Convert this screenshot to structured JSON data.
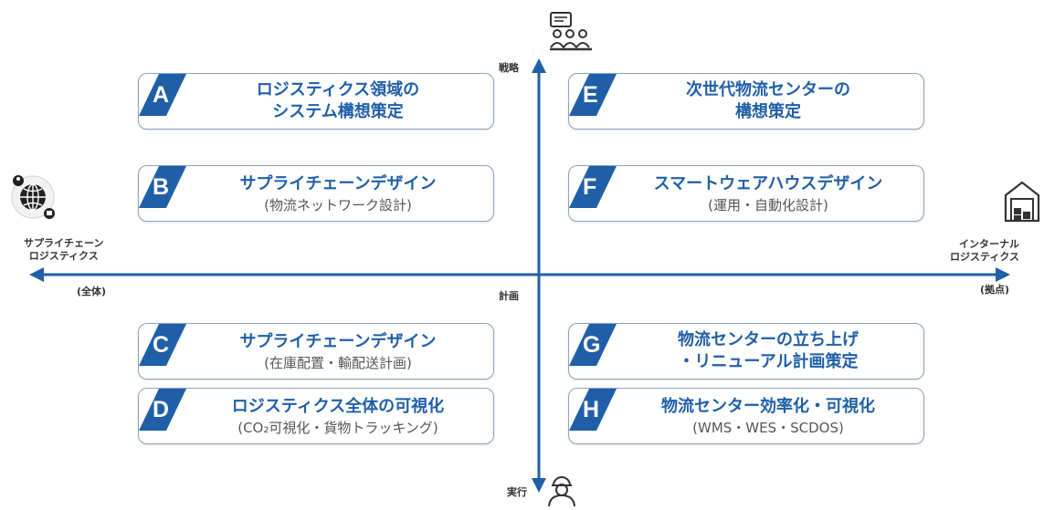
{
  "axes": {
    "top": "戦略",
    "bottom": "実行",
    "center": "計画",
    "left": {
      "label": "サプライチェーン\nロジスティクス",
      "sub": "(全体)"
    },
    "right": {
      "label": "インターナル\nロジスティクス",
      "sub": "(拠点)"
    }
  },
  "icons": {
    "top": "meeting-strategy-icon",
    "bottom": "worker-icon",
    "left": "global-network-icon",
    "right": "warehouse-icon"
  },
  "colors": {
    "accent": "#1f5fa8",
    "axis": "#1f5fa8",
    "card_border": "#8aa3c4",
    "subtext": "#555555"
  },
  "cards": [
    {
      "letter": "A",
      "title": "ロジスティクス領域の\nシステム構想策定",
      "sub": ""
    },
    {
      "letter": "B",
      "title": "サプライチェーンデザイン",
      "sub": "(物流ネットワーク設計)"
    },
    {
      "letter": "C",
      "title": "サプライチェーンデザイン",
      "sub": "(在庫配置・輸配送計画)"
    },
    {
      "letter": "D",
      "title": "ロジスティクス全体の可視化",
      "sub": "(CO₂可視化・貨物トラッキング)"
    },
    {
      "letter": "E",
      "title": "次世代物流センターの\n構想策定",
      "sub": ""
    },
    {
      "letter": "F",
      "title": "スマートウェアハウスデザイン",
      "sub": "(運用・自動化設計)"
    },
    {
      "letter": "G",
      "title": "物流センターの立ち上げ\n・リニューアル計画策定",
      "sub": ""
    },
    {
      "letter": "H",
      "title": "物流センター効率化・可視化",
      "sub": "(WMS・WES・SCDOS)"
    }
  ]
}
